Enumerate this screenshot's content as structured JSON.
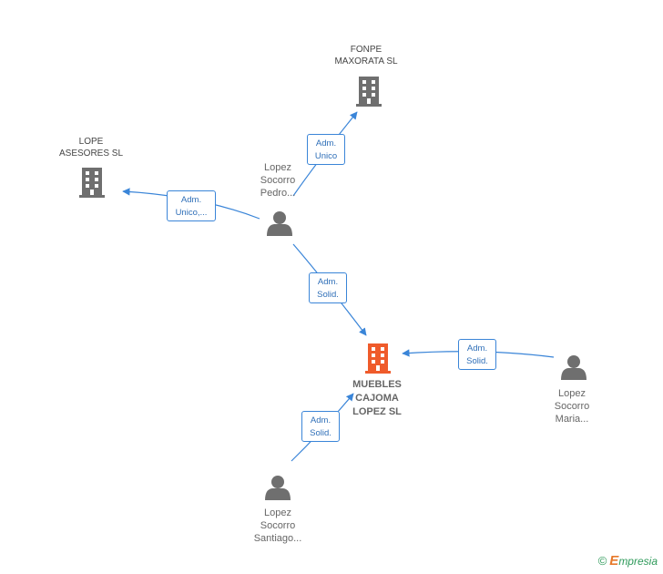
{
  "nodes": {
    "main": {
      "label": "MUEBLES\nCAJOMA\nLOPEZ SL",
      "color": "#ef5b2b"
    },
    "fonpe": {
      "label": "FONPE\nMAXORATA SL",
      "color": "#6f6f6f"
    },
    "lope": {
      "label": "LOPE\nASESORES SL",
      "color": "#6f6f6f"
    },
    "pedro": {
      "label": "Lopez\nSocorro\nPedro..."
    },
    "maria": {
      "label": "Lopez\nSocorro\nMaria..."
    },
    "santiago": {
      "label": "Lopez\nSocorro\nSantiago..."
    }
  },
  "edges": {
    "pedro_fonpe": "Adm.\nUnico",
    "pedro_lope": "Adm.\nUnico,...",
    "pedro_main": "Adm.\nSolid.",
    "maria_main": "Adm.\nSolid.",
    "santiago_main": "Adm.\nSolid."
  },
  "colors": {
    "edge": "#3a85d8",
    "person": "#6f6f6f"
  },
  "brand": {
    "copyright": "©",
    "e": "E",
    "rest": "mpresia"
  }
}
